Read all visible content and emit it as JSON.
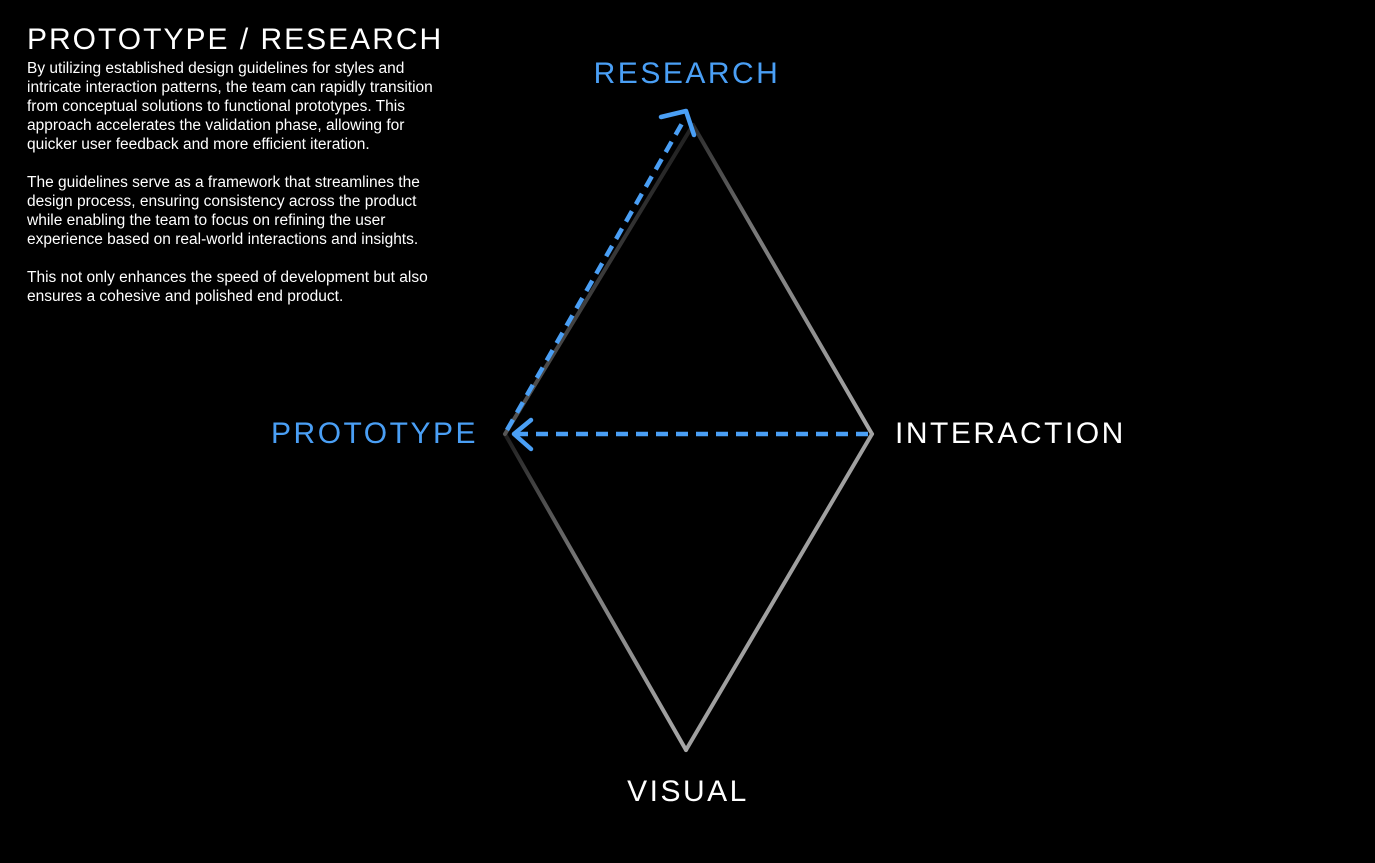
{
  "title": "PROTOTYPE / RESEARCH",
  "paragraphs": [
    "By utilizing established design guidelines for styles and intricate interaction patterns, the team can rapidly transition from conceptual solutions to functional prototypes. This approach accelerates the validation phase, allowing for quicker user feedback and more efficient iteration.",
    "The guidelines serve as a framework that streamlines the design process, ensuring consistency across the product while enabling the team to focus on refining the user experience based on real-world interactions and insights.",
    "This not only enhances the speed of development but also ensures a cohesive and polished end product."
  ],
  "diagram": {
    "nodes": {
      "research": "RESEARCH",
      "interaction": "INTERACTION",
      "prototype": "PROTOTYPE",
      "visual": "VISUAL"
    },
    "colors": {
      "background": "#000000",
      "highlight": "#4a9ff5",
      "label": "#ffffff",
      "edge": "#9a9a9a"
    },
    "highlighted_nodes": [
      "prototype",
      "research"
    ],
    "flows": [
      {
        "from": "interaction",
        "to": "prototype",
        "style": "dashed"
      },
      {
        "from": "prototype",
        "to": "research",
        "style": "dashed"
      }
    ]
  }
}
